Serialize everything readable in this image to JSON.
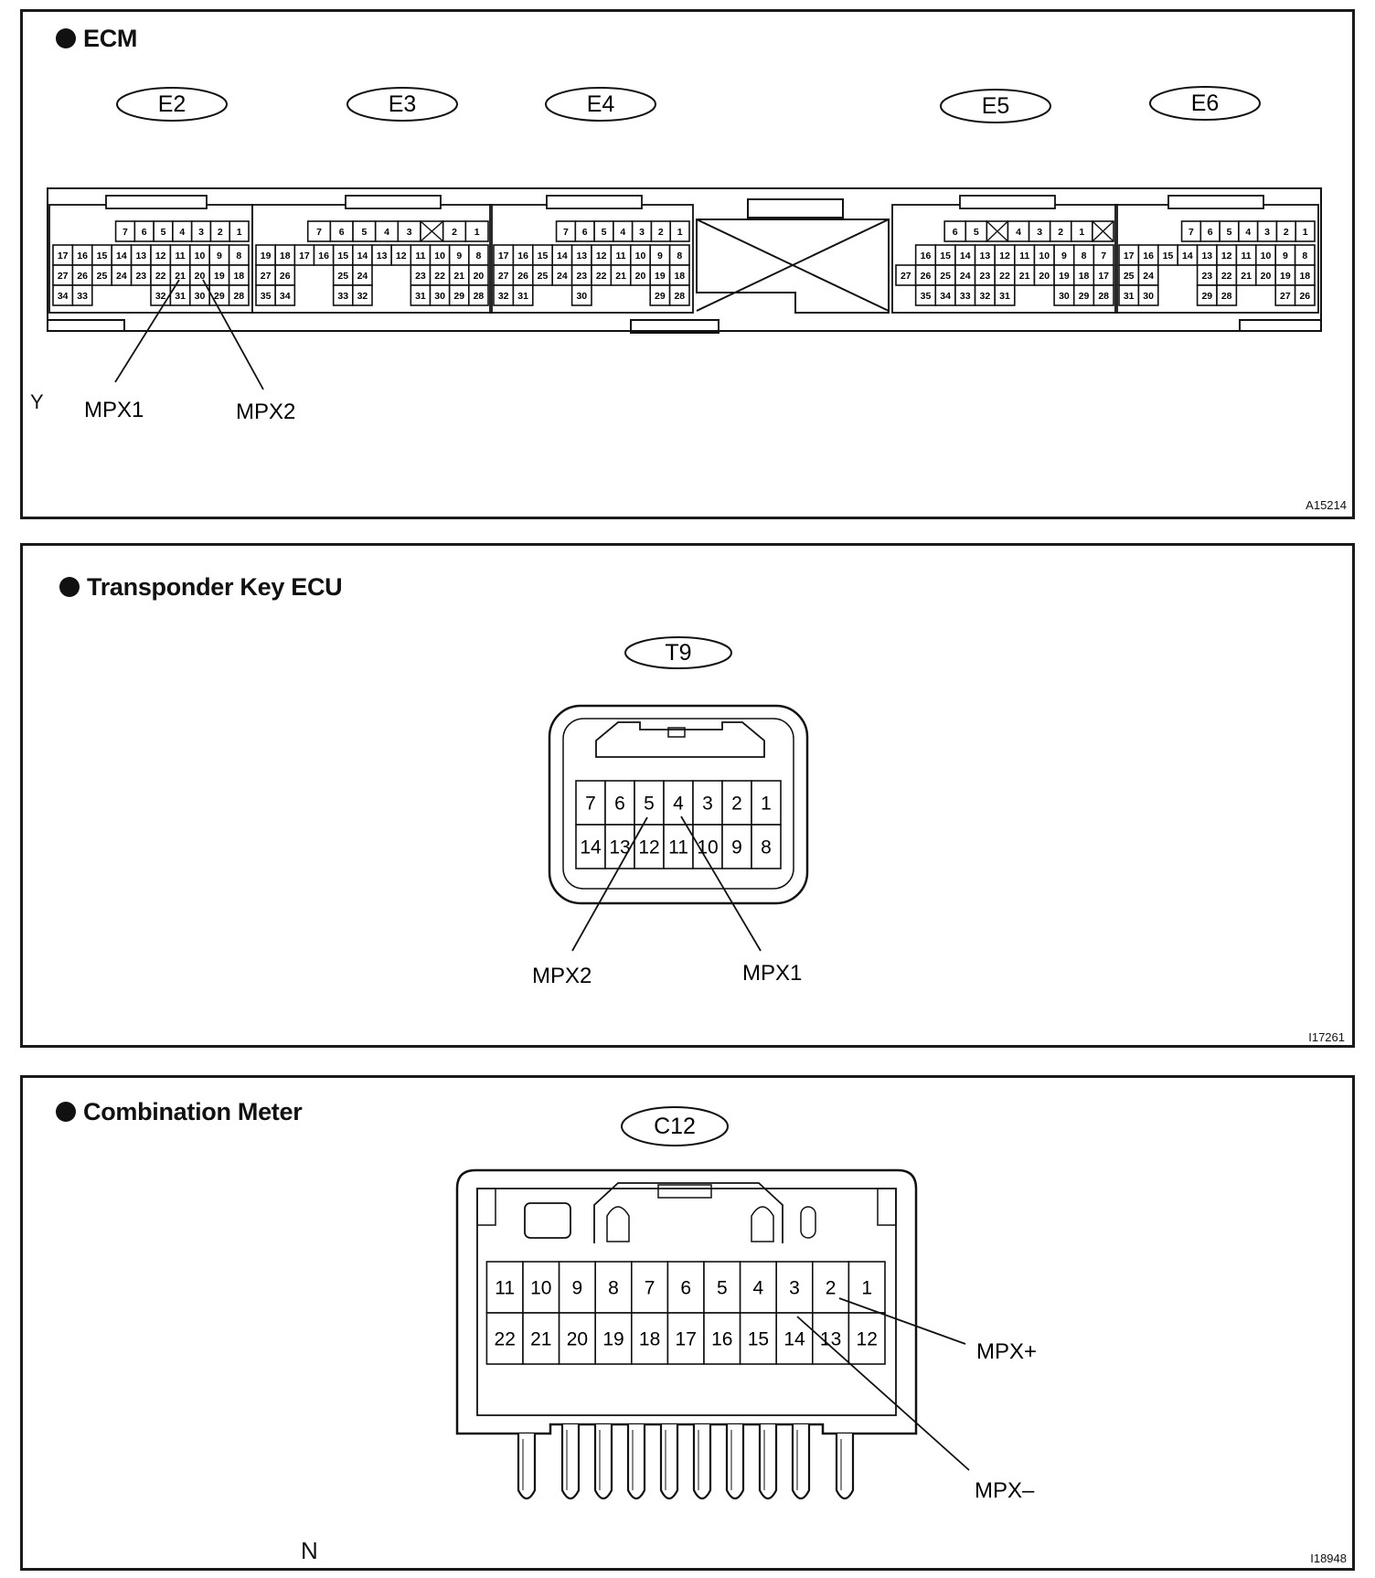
{
  "panels": [
    {
      "title": "ECM",
      "code": "A15214",
      "letter": "Y",
      "connectors": [
        {
          "label": "E2",
          "rows": [
            [
              "7",
              "6",
              "5",
              "4",
              "3",
              "2",
              "1"
            ],
            [
              "17",
              "16",
              "15",
              "14",
              "13",
              "12",
              "11",
              "10",
              "9",
              "8"
            ],
            [
              "27",
              "26",
              "25",
              "24",
              "23",
              "22",
              "21",
              "20",
              "19",
              "18"
            ],
            [
              "34",
              "33",
              "",
              "",
              "",
              "32",
              "31",
              "30",
              "29",
              "28"
            ]
          ]
        },
        {
          "label": "E3",
          "rows": [
            [
              "",
              "7",
              "6",
              "5",
              "4",
              "3",
              "X",
              "2",
              "1"
            ],
            [
              "19",
              "18",
              "17",
              "16",
              "15",
              "14",
              "13",
              "12",
              "11",
              "10",
              "9",
              "8"
            ],
            [
              "27",
              "26",
              "",
              "",
              "25",
              "24",
              "",
              "",
              "23",
              "22",
              "21",
              "20"
            ],
            [
              "35",
              "34",
              "",
              "",
              "33",
              "32",
              "",
              "",
              "31",
              "30",
              "29",
              "28"
            ]
          ]
        },
        {
          "label": "E4",
          "rows": [
            [
              "7",
              "6",
              "5",
              "4",
              "3",
              "2",
              "1"
            ],
            [
              "17",
              "16",
              "15",
              "14",
              "13",
              "12",
              "11",
              "10",
              "9",
              "8"
            ],
            [
              "27",
              "26",
              "25",
              "24",
              "23",
              "22",
              "21",
              "20",
              "19",
              "18"
            ],
            [
              "32",
              "31",
              "",
              "",
              "30",
              "",
              "",
              "",
              "29",
              "28"
            ]
          ]
        },
        {
          "label": "E5",
          "rows": [
            [
              "6",
              "5",
              "X",
              "4",
              "3",
              "2",
              "1",
              "X"
            ],
            [
              "16",
              "15",
              "14",
              "13",
              "12",
              "11",
              "10",
              "9",
              "8",
              "7"
            ],
            [
              "27",
              "26",
              "25",
              "24",
              "23",
              "22",
              "21",
              "20",
              "19",
              "18",
              "17"
            ],
            [
              "35",
              "34",
              "33",
              "32",
              "31",
              "",
              "",
              "30",
              "29",
              "28"
            ]
          ]
        },
        {
          "label": "E6",
          "rows": [
            [
              "7",
              "6",
              "5",
              "4",
              "3",
              "2",
              "1"
            ],
            [
              "17",
              "16",
              "15",
              "14",
              "13",
              "12",
              "11",
              "10",
              "9",
              "8"
            ],
            [
              "25",
              "24",
              "",
              "",
              "23",
              "22",
              "21",
              "20",
              "19",
              "18"
            ],
            [
              "31",
              "30",
              "",
              "",
              "29",
              "28",
              "",
              "",
              "27",
              "26"
            ]
          ]
        }
      ],
      "signals": [
        "MPX1",
        "MPX2"
      ]
    },
    {
      "title": "Transponder Key ECU",
      "code": "I17261",
      "connectors": [
        {
          "label": "T9",
          "rows": [
            [
              "7",
              "6",
              "5",
              "4",
              "3",
              "2",
              "1"
            ],
            [
              "14",
              "13",
              "12",
              "11",
              "10",
              "9",
              "8"
            ]
          ]
        }
      ],
      "signals": [
        "MPX2",
        "MPX1"
      ]
    },
    {
      "title": "Combination Meter",
      "code": "I18948",
      "letter": "N",
      "connectors": [
        {
          "label": "C12",
          "rows": [
            [
              "11",
              "10",
              "9",
              "8",
              "7",
              "6",
              "5",
              "4",
              "3",
              "2",
              "1"
            ],
            [
              "22",
              "21",
              "20",
              "19",
              "18",
              "17",
              "16",
              "15",
              "14",
              "13",
              "12"
            ]
          ]
        }
      ],
      "signals": [
        "MPX+",
        "MPX–"
      ]
    }
  ]
}
